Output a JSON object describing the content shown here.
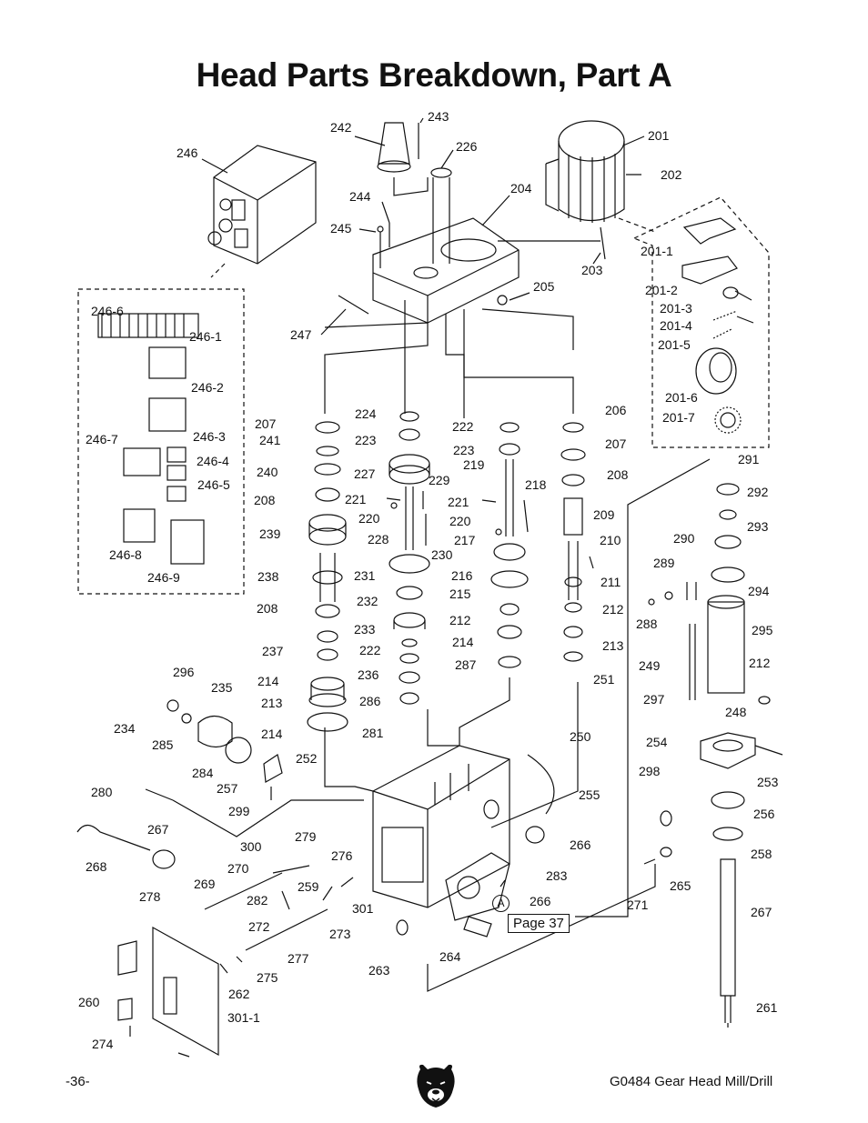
{
  "title": "Head Parts Breakdown, Part A",
  "footer": {
    "page_number": "-36-",
    "model": "G0484 Gear Head Mill/Drill",
    "logo_icon": "bear-head-icon"
  },
  "page_reference": "Page 37",
  "circle_marker": "A",
  "callouts": [
    {
      "id": "c243",
      "text": "243"
    },
    {
      "id": "c242",
      "text": "242"
    },
    {
      "id": "c226",
      "text": "226"
    },
    {
      "id": "c201",
      "text": "201"
    },
    {
      "id": "c246",
      "text": "246"
    },
    {
      "id": "c202",
      "text": "202"
    },
    {
      "id": "c204",
      "text": "204"
    },
    {
      "id": "c244",
      "text": "244"
    },
    {
      "id": "c245",
      "text": "245"
    },
    {
      "id": "c201-1",
      "text": "201-1"
    },
    {
      "id": "c203",
      "text": "203"
    },
    {
      "id": "c201-2",
      "text": "201-2"
    },
    {
      "id": "c205",
      "text": "205"
    },
    {
      "id": "c201-3",
      "text": "201-3"
    },
    {
      "id": "c246-6",
      "text": "246-6"
    },
    {
      "id": "c201-4",
      "text": "201-4"
    },
    {
      "id": "c247",
      "text": "247"
    },
    {
      "id": "c246-1",
      "text": "246-1"
    },
    {
      "id": "c201-5",
      "text": "201-5"
    },
    {
      "id": "c246-2",
      "text": "246-2"
    },
    {
      "id": "c201-6",
      "text": "201-6"
    },
    {
      "id": "c224",
      "text": "224"
    },
    {
      "id": "c206",
      "text": "206"
    },
    {
      "id": "c201-7",
      "text": "201-7"
    },
    {
      "id": "c207a",
      "text": "207"
    },
    {
      "id": "c222a",
      "text": "222"
    },
    {
      "id": "c246-3",
      "text": "246-3"
    },
    {
      "id": "c246-7",
      "text": "246-7"
    },
    {
      "id": "c241",
      "text": "241"
    },
    {
      "id": "c223a",
      "text": "223"
    },
    {
      "id": "c207b",
      "text": "207"
    },
    {
      "id": "c223b",
      "text": "223"
    },
    {
      "id": "c291",
      "text": "291"
    },
    {
      "id": "c246-4",
      "text": "246-4"
    },
    {
      "id": "c219",
      "text": "219"
    },
    {
      "id": "c240",
      "text": "240"
    },
    {
      "id": "c227",
      "text": "227"
    },
    {
      "id": "c208a",
      "text": "208"
    },
    {
      "id": "c229",
      "text": "229"
    },
    {
      "id": "c218",
      "text": "218"
    },
    {
      "id": "c246-5",
      "text": "246-5"
    },
    {
      "id": "c292",
      "text": "292"
    },
    {
      "id": "c208b",
      "text": "208"
    },
    {
      "id": "c221a",
      "text": "221"
    },
    {
      "id": "c221b",
      "text": "221"
    },
    {
      "id": "c220a",
      "text": "220"
    },
    {
      "id": "c220b",
      "text": "220"
    },
    {
      "id": "c209",
      "text": "209"
    },
    {
      "id": "c293",
      "text": "293"
    },
    {
      "id": "c239",
      "text": "239"
    },
    {
      "id": "c228",
      "text": "228"
    },
    {
      "id": "c217",
      "text": "217"
    },
    {
      "id": "c290",
      "text": "290"
    },
    {
      "id": "c210",
      "text": "210"
    },
    {
      "id": "c246-8",
      "text": "246-8"
    },
    {
      "id": "c230",
      "text": "230"
    },
    {
      "id": "c289",
      "text": "289"
    },
    {
      "id": "c238",
      "text": "238"
    },
    {
      "id": "c231",
      "text": "231"
    },
    {
      "id": "c216",
      "text": "216"
    },
    {
      "id": "c211",
      "text": "211"
    },
    {
      "id": "c246-9",
      "text": "246-9"
    },
    {
      "id": "c294",
      "text": "294"
    },
    {
      "id": "c232",
      "text": "232"
    },
    {
      "id": "c215",
      "text": "215"
    },
    {
      "id": "c208c",
      "text": "208"
    },
    {
      "id": "c212a",
      "text": "212"
    },
    {
      "id": "c212b",
      "text": "212"
    },
    {
      "id": "c288",
      "text": "288"
    },
    {
      "id": "c233",
      "text": "233"
    },
    {
      "id": "c295",
      "text": "295"
    },
    {
      "id": "c213a",
      "text": "213"
    },
    {
      "id": "c237",
      "text": "237"
    },
    {
      "id": "c222b",
      "text": "222"
    },
    {
      "id": "c214a",
      "text": "214"
    },
    {
      "id": "c287",
      "text": "287"
    },
    {
      "id": "c249",
      "text": "249"
    },
    {
      "id": "c296",
      "text": "296"
    },
    {
      "id": "c212c",
      "text": "212"
    },
    {
      "id": "c236",
      "text": "236"
    },
    {
      "id": "c214b",
      "text": "214"
    },
    {
      "id": "c251",
      "text": "251"
    },
    {
      "id": "c235",
      "text": "235"
    },
    {
      "id": "c213b",
      "text": "213"
    },
    {
      "id": "c286",
      "text": "286"
    },
    {
      "id": "c297",
      "text": "297"
    },
    {
      "id": "c248",
      "text": "248"
    },
    {
      "id": "c234",
      "text": "234"
    },
    {
      "id": "c214c",
      "text": "214"
    },
    {
      "id": "c281",
      "text": "281"
    },
    {
      "id": "c250",
      "text": "250"
    },
    {
      "id": "c285",
      "text": "285"
    },
    {
      "id": "c254",
      "text": "254"
    },
    {
      "id": "c252",
      "text": "252"
    },
    {
      "id": "c284",
      "text": "284"
    },
    {
      "id": "c298",
      "text": "298"
    },
    {
      "id": "c253",
      "text": "253"
    },
    {
      "id": "c257",
      "text": "257"
    },
    {
      "id": "c280",
      "text": "280"
    },
    {
      "id": "c255",
      "text": "255"
    },
    {
      "id": "c299",
      "text": "299"
    },
    {
      "id": "c256",
      "text": "256"
    },
    {
      "id": "c267a",
      "text": "267"
    },
    {
      "id": "c279",
      "text": "279"
    },
    {
      "id": "c266a",
      "text": "266"
    },
    {
      "id": "c300",
      "text": "300"
    },
    {
      "id": "c258",
      "text": "258"
    },
    {
      "id": "c268",
      "text": "268"
    },
    {
      "id": "c270",
      "text": "270"
    },
    {
      "id": "c276",
      "text": "276"
    },
    {
      "id": "c283",
      "text": "283"
    },
    {
      "id": "c265",
      "text": "265"
    },
    {
      "id": "c269",
      "text": "269"
    },
    {
      "id": "c259",
      "text": "259"
    },
    {
      "id": "c278",
      "text": "278"
    },
    {
      "id": "c266b",
      "text": "266"
    },
    {
      "id": "c282",
      "text": "282"
    },
    {
      "id": "c271",
      "text": "271"
    },
    {
      "id": "c301",
      "text": "301"
    },
    {
      "id": "c267b",
      "text": "267"
    },
    {
      "id": "c272",
      "text": "272"
    },
    {
      "id": "c273",
      "text": "273"
    },
    {
      "id": "c277",
      "text": "277"
    },
    {
      "id": "c264",
      "text": "264"
    },
    {
      "id": "c275",
      "text": "275"
    },
    {
      "id": "c263",
      "text": "263"
    },
    {
      "id": "c262",
      "text": "262"
    },
    {
      "id": "c260",
      "text": "260"
    },
    {
      "id": "c301-1",
      "text": "301-1"
    },
    {
      "id": "c261",
      "text": "261"
    },
    {
      "id": "c274",
      "text": "274"
    }
  ]
}
